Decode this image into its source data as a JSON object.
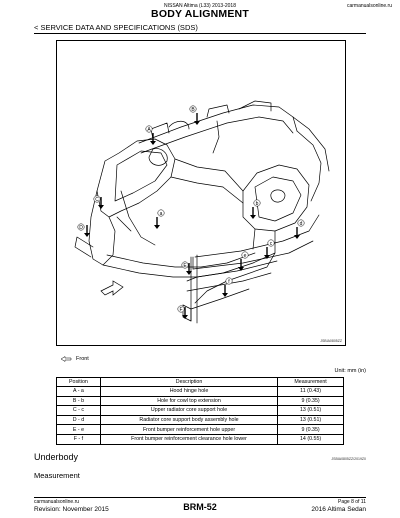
{
  "header": {
    "model": "NISSAN Altima (L33) 2013-2018",
    "site": "carmanualsonline.ru",
    "title": "BODY ALIGNMENT",
    "section": "< SERVICE DATA AND SPECIFICATIONS (SDS)"
  },
  "figure": {
    "id": "JSBIA0805ZZ",
    "legend_label": "Front",
    "callouts": [
      "A",
      "B",
      "C",
      "D",
      "E",
      "F",
      "a",
      "b",
      "c",
      "d",
      "e",
      "f"
    ],
    "arrow_icon": "front-direction-arrow-icon"
  },
  "table": {
    "unit": "Unit: mm (in)",
    "columns": [
      "Position",
      "Description",
      "Measurement"
    ],
    "rows": [
      {
        "position": "A - a",
        "description": "Hood hinge hole",
        "measurement": "11 (0.43)"
      },
      {
        "position": "B - b",
        "description": "Hole for cowl top extension",
        "measurement": "9 (0.35)"
      },
      {
        "position": "C - c",
        "description": "Upper radiator core support hole",
        "measurement": "13 (0.51)"
      },
      {
        "position": "D - d",
        "description": "Radiator core support body assembly hole",
        "measurement": "13 (0.51)"
      },
      {
        "position": "E - e",
        "description": "Front bumper reinforcement hole upper",
        "measurement": "9 (0.35)"
      },
      {
        "position": "F - f",
        "description": "Front bumper reinforcement clearance hole lower",
        "measurement": "14 (0.55)"
      }
    ],
    "id": "JSBIA0805ZZ/2019Z0"
  },
  "subsection": "Underbody",
  "subheading": "Measurement",
  "footer": {
    "site": "carmanualsonline.ru",
    "revision": "Revision: November 2015",
    "page_code": "BRM-52",
    "page_of": "Page 8 of 11",
    "vehicle": "2016 Altima Sedan"
  }
}
